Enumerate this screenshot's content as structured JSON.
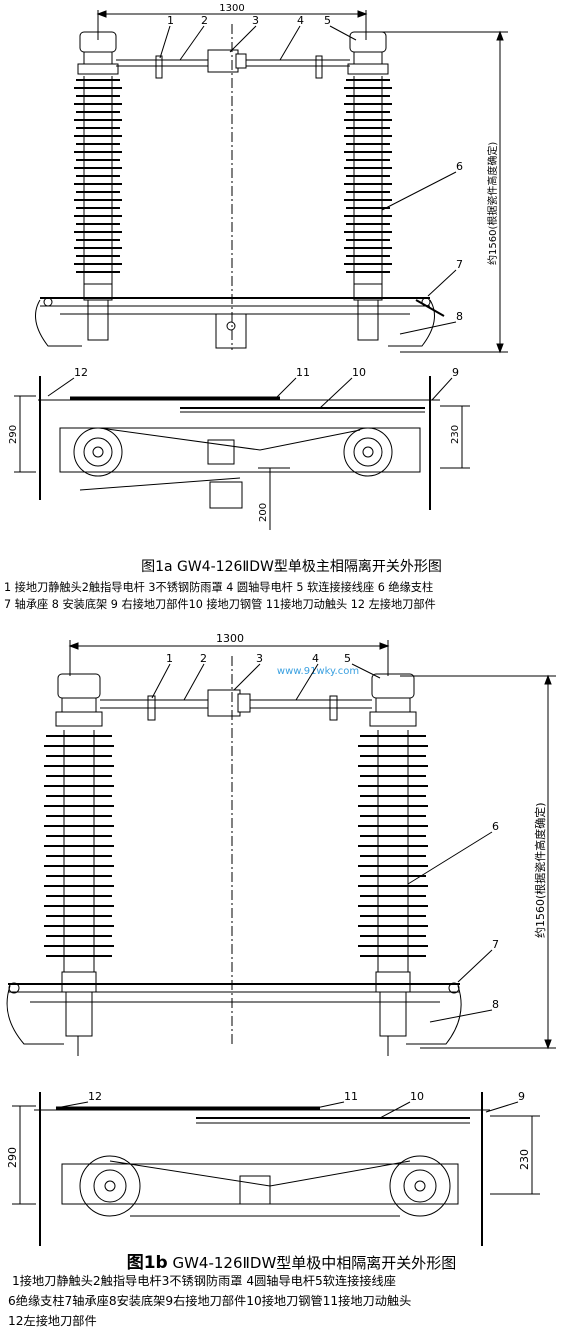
{
  "fig_a": {
    "caption": "图1a   GW4-126ⅡDW型单极主相隔离开关外形图",
    "legend_line1": "1 接地刀静触头2触指导电杆 3不锈钢防雨罩 4  圆轴导电杆 5 软连接接线座  6 绝缘支柱",
    "legend_line2": "7  轴承座 8 安装底架 9 右接地刀部件10 接地刀钢管  11接地刀动触头  12 左接地刀部件",
    "dim_width": "1300",
    "dim_height": "约1560(根据瓷件高度确定)",
    "dim_290": "290",
    "dim_230": "230",
    "dim_200": "200",
    "labels": [
      "1",
      "2",
      "3",
      "4",
      "5",
      "6",
      "7",
      "8",
      "9",
      "10",
      "11",
      "12"
    ]
  },
  "fig_b": {
    "caption_prefix": "图1b",
    "caption_rest": "  GW4-126ⅡDW型单极中相隔离开关外形图",
    "legend_line1": "1接地刀静触头2触指导电杆3不锈钢防雨罩 4圆轴导电杆5软连接接线座",
    "legend_line2": "6绝缘支柱7轴承座8安装底架9右接地刀部件10接地刀钢管11接地刀动触头",
    "legend_line3": "12左接地刀部件",
    "dim_width": "1300",
    "dim_height": "约1560(根据瓷件高度确定)",
    "dim_290": "290",
    "dim_230": "230",
    "watermark": "www.91wky.com",
    "labels": [
      "1",
      "2",
      "3",
      "4",
      "5",
      "6",
      "7",
      "8",
      "9",
      "10",
      "11",
      "12"
    ]
  }
}
